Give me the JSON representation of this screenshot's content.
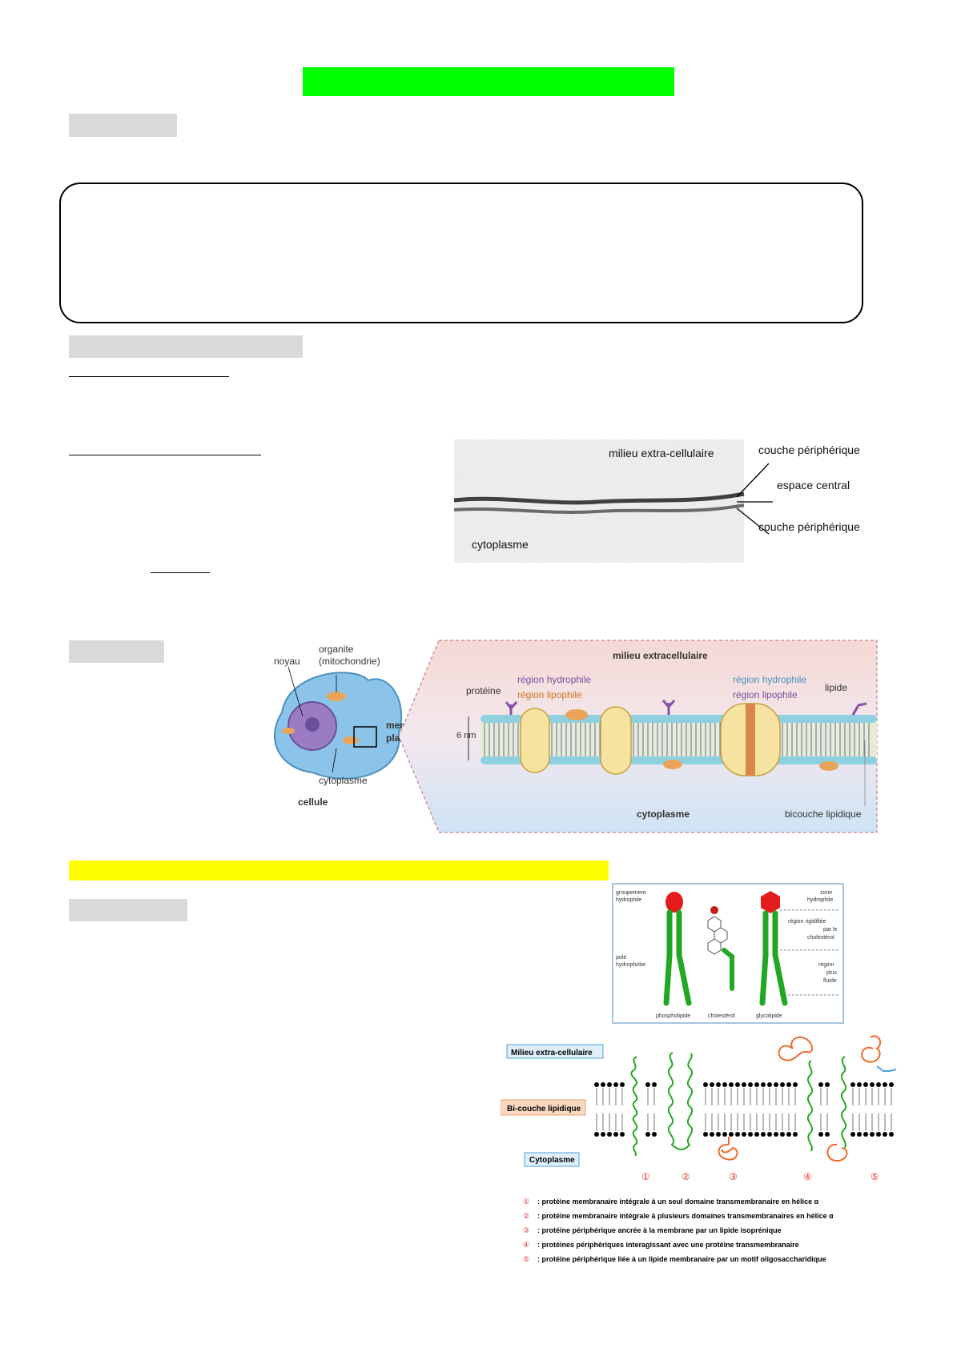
{
  "em_image": {
    "extracellular": "milieu extra-cellulaire",
    "cytoplasm": "cytoplasme",
    "peripheral_top": "couche périphérique",
    "central": "espace central",
    "peripheral_bottom": "couche périphérique"
  },
  "cell_diagram": {
    "noyau": "noyau",
    "organite_1": "organite",
    "organite_2": "(mitochondrie)",
    "membrane_1": "membrane",
    "membrane_2": "plasmique",
    "cytoplasme_cell": "cytoplasme",
    "cellule": "cellule",
    "milieu": "milieu extracellulaire",
    "proteine": "protéine",
    "region_hydrophile_l": "région hydrophile",
    "region_lipophile_l": "région lipophile",
    "region_hydrophile_r": "région hydrophile",
    "region_lipophile_r": "région lipophile",
    "lipide": "lipide",
    "thickness": "6 nm",
    "cytoplasme_zoom": "cytoplasme",
    "bicouche": "bicouche lipidique"
  },
  "lipid_diagram": {
    "groupement_1": "groupement",
    "groupement_2": "hydrophile",
    "pole_1": "pole",
    "pole_2": "hydrophobe",
    "zone_1": "zone",
    "zone_2": "hydrophile",
    "rig_1": "région rigidifiée",
    "rig_2": "par le",
    "rig_3": "cholestérol",
    "fl_1": "région",
    "fl_2": "plus",
    "fl_3": "fluide",
    "phospholipide": "phospholipide",
    "cholesterol": "cholestérol",
    "glycolipide": "glycolipide"
  },
  "protein_diagram": {
    "milieu": "Milieu extra-cellulaire",
    "bicouche": "Bi-couche lipidique",
    "cytoplasme": "Cytoplasme",
    "n1": "①",
    "n2": "②",
    "n3": "③",
    "n4": "④",
    "n5": "⑤",
    "legend": [
      {
        "num": "①",
        "text": ": protéine membranaire intégrale à un seul domaine transmembranaire en hélice α"
      },
      {
        "num": "②",
        "text": ": protéine membranaire intégrale à plusieurs domaines transmembranaires en hélice α"
      },
      {
        "num": "③",
        "text": ": protéine périphérique ancrée à la membrane par un lipide isoprénique"
      },
      {
        "num": "④",
        "text": ": protéines périphériques interagissant avec une protéine transmembranaire"
      },
      {
        "num": "⑤",
        "text": ": protéine périphérique liée à un lipide membranaire par un motif oligosaccharidique"
      }
    ]
  },
  "colors": {
    "title_highlight": "#00ff00",
    "heading_highlight": "#d9d9d9",
    "section_highlight": "#ffff00",
    "protein_green": "#22a722",
    "head_red": "#e41b1b",
    "legend_num_red": "#e03030"
  }
}
